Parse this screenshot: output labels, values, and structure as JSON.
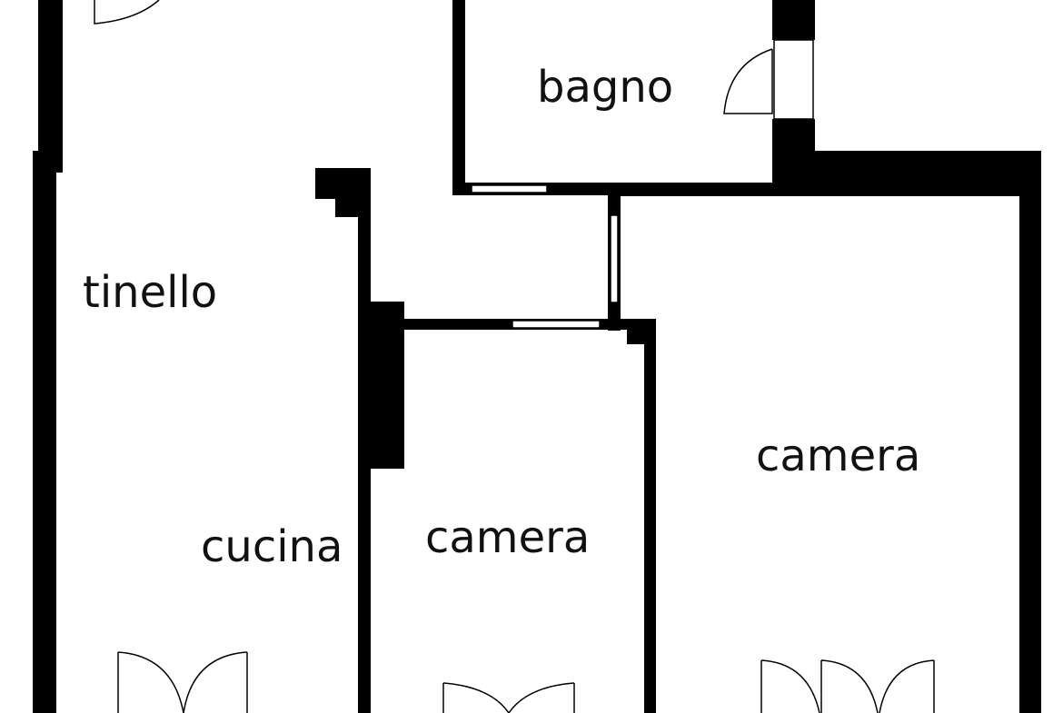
{
  "colors": {
    "wall": "#000000",
    "background": "#ffffff",
    "window": "#ffffff",
    "door_line": "#000000"
  },
  "rooms": {
    "bagno": "bagno",
    "tinello": "tinello",
    "cucina": "cucina",
    "camera_small": "camera",
    "camera_large": "camera"
  }
}
